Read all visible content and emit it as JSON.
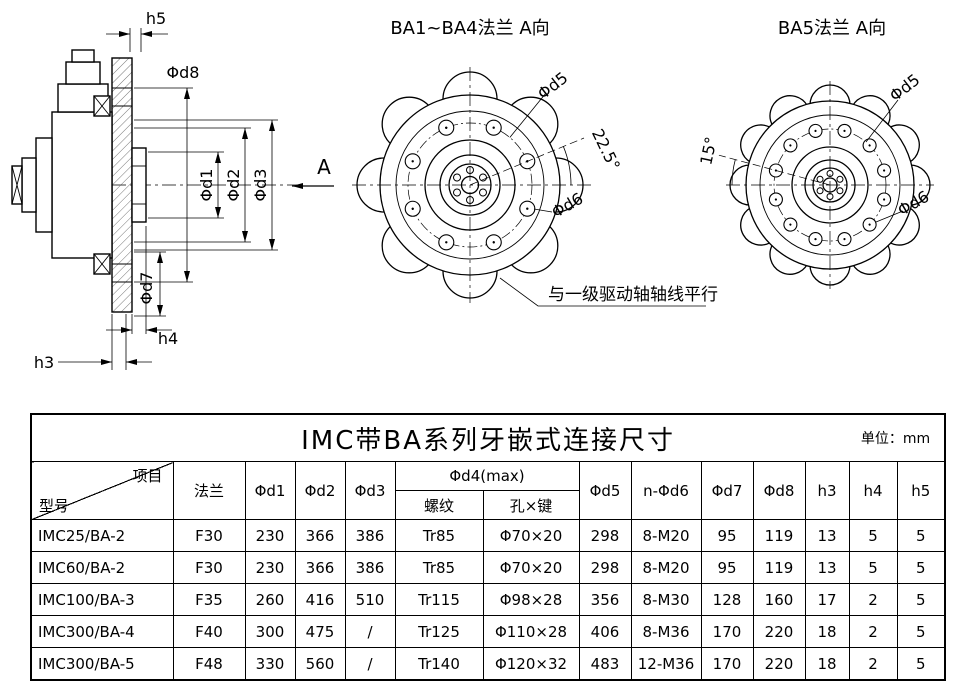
{
  "drawing": {
    "section": {
      "h5": "h5",
      "d8": "Φd8",
      "d1": "Φd1",
      "d2": "Φd2",
      "d3": "Φd3",
      "d7": "Φd7",
      "h4": "h4",
      "h3": "h3",
      "view_label": "A"
    },
    "flange_ba1_ba4": {
      "title": "BA1~BA4法兰 A向",
      "d5": "Φd5",
      "angle": "22.5°",
      "d6": "Φd6"
    },
    "flange_ba5": {
      "title": "BA5法兰 A向",
      "d5": "Φd5",
      "angle": "15°",
      "d6": "Φd6"
    },
    "annotation": "与一级驱动轴轴线平行"
  },
  "table": {
    "title": "IMC带BA系列牙嵌式连接尺寸",
    "unit": "单位：mm",
    "header": {
      "item": "项目",
      "model": "型号",
      "flange": "法兰",
      "d1": "Φd1",
      "d2": "Φd2",
      "d3": "Φd3",
      "d4": "Φd4(max)",
      "thread": "螺纹",
      "hole_key": "孔×键",
      "d5": "Φd5",
      "d6": "n-Φd6",
      "d7": "Φd7",
      "d8": "Φd8",
      "h3": "h3",
      "h4": "h4",
      "h5": "h5"
    },
    "rows": [
      [
        "IMC25/BA-2",
        "F30",
        "230",
        "366",
        "386",
        "Tr85",
        "Φ70×20",
        "298",
        "8-M20",
        "95",
        "119",
        "13",
        "5",
        "5"
      ],
      [
        "IMC60/BA-2",
        "F30",
        "230",
        "366",
        "386",
        "Tr85",
        "Φ70×20",
        "298",
        "8-M20",
        "95",
        "119",
        "13",
        "5",
        "5"
      ],
      [
        "IMC100/BA-3",
        "F35",
        "260",
        "416",
        "510",
        "Tr115",
        "Φ98×28",
        "356",
        "8-M30",
        "128",
        "160",
        "17",
        "2",
        "5"
      ],
      [
        "IMC300/BA-4",
        "F40",
        "300",
        "475",
        "/",
        "Tr125",
        "Φ110×28",
        "406",
        "8-M36",
        "170",
        "220",
        "18",
        "2",
        "5"
      ],
      [
        "IMC300/BA-5",
        "F48",
        "330",
        "560",
        "/",
        "Tr140",
        "Φ120×32",
        "483",
        "12-M36",
        "170",
        "220",
        "18",
        "2",
        "5"
      ]
    ]
  }
}
